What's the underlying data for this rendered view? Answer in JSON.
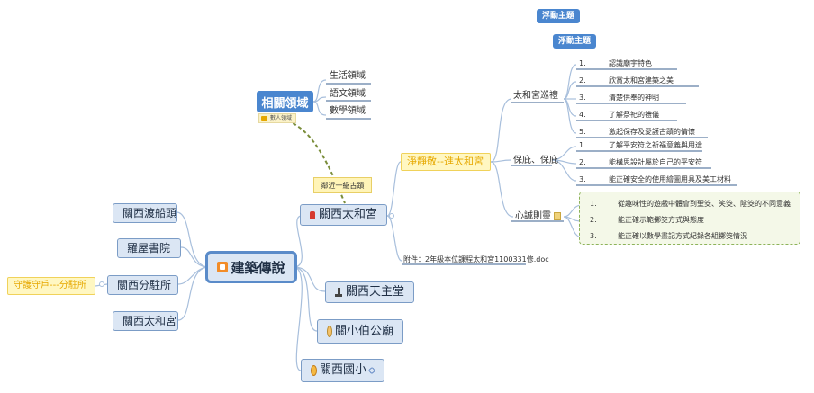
{
  "center": {
    "label": "建築傳說"
  },
  "float_topics": [
    "浮動主題",
    "浮動主題"
  ],
  "related": {
    "label": "相關領域",
    "note": "數人領域",
    "children": [
      "生活領域",
      "語文領域",
      "數學領域"
    ]
  },
  "callout": "鄰近一級古蹟",
  "left_nodes": [
    "關西渡船頭",
    "羅屋書院",
    "關西分駐所",
    "關西太和宮"
  ],
  "left_extra": "守護守戶---分駐所",
  "right_nodes": [
    "關西太和宮",
    "關西天主堂",
    "關小伯公廟",
    "關西國小"
  ],
  "attachment": "附件：2年級本位課程太和宮1100331修.doc",
  "main_topic": "淨靜敬--進太和宮",
  "branches": [
    {
      "label": "太和宮巡禮",
      "items": [
        "認識廟宇特色",
        "欣賞太和宮建築之美",
        "清楚供奉的神明",
        "了解祭祀的禮儀",
        "激起保存及愛護古蹟的情懷"
      ]
    },
    {
      "label": "保庇、保庇",
      "items": [
        "了解平安符之祈福意義與用途",
        "能構思設計屬於自己的平安符",
        "能正確安全的使用繪圖用具及美工材料"
      ]
    },
    {
      "label": "心誠則靈",
      "items": [
        "從趣味性的遊戲中體會到聖筊、笑筊、陰筊的不同意義",
        "能正確示範擲筊方式與態度",
        "能正確以數學畫記方式紀錄各組擲筊情況"
      ]
    }
  ],
  "numbers": [
    "1.",
    "2.",
    "3.",
    "4.",
    "5."
  ],
  "colors": {
    "blue": "#4a86cf",
    "node_fill": "#dbe6f4",
    "yellow": "#fff7c2",
    "line": "#a8bfdc"
  }
}
